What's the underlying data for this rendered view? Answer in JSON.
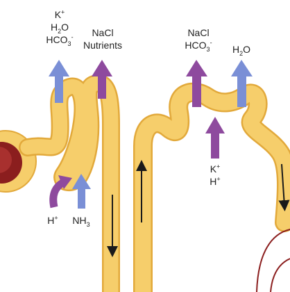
{
  "colors": {
    "tubule_fill": "#F6CE6B",
    "tubule_edge": "#E2A93B",
    "arrow_blue": "#7A8FD6",
    "arrow_purple": "#8E4A9E",
    "flow_arrow": "#1a1a1a",
    "glomerulus_red": "#8B1E1E"
  },
  "labels": {
    "pct_secreted": {
      "k": "K",
      "k_sup": "+",
      "h2o_a": "H",
      "h2o_sub": "2",
      "h2o_b": "O",
      "hco3": "HCO",
      "hco3_sub": "3",
      "hco3_sup": "-"
    },
    "pct_reabsorbed": {
      "line1": "NaCl",
      "line2": "Nutrients"
    },
    "pct_secreted_in": {
      "h": "H",
      "h_sup": "+",
      "nh3_a": "NH",
      "nh3_sub": "3"
    },
    "dct_reabsorbed": {
      "nacl": "NaCl",
      "hco3": "HCO",
      "hco3_sub": "3",
      "hco3_sup": "-"
    },
    "dct_water": {
      "a": "H",
      "sub": "2",
      "b": "O"
    },
    "dct_secreted": {
      "k": "K",
      "k_sup": "+",
      "h": "H",
      "h_sup": "+"
    }
  }
}
